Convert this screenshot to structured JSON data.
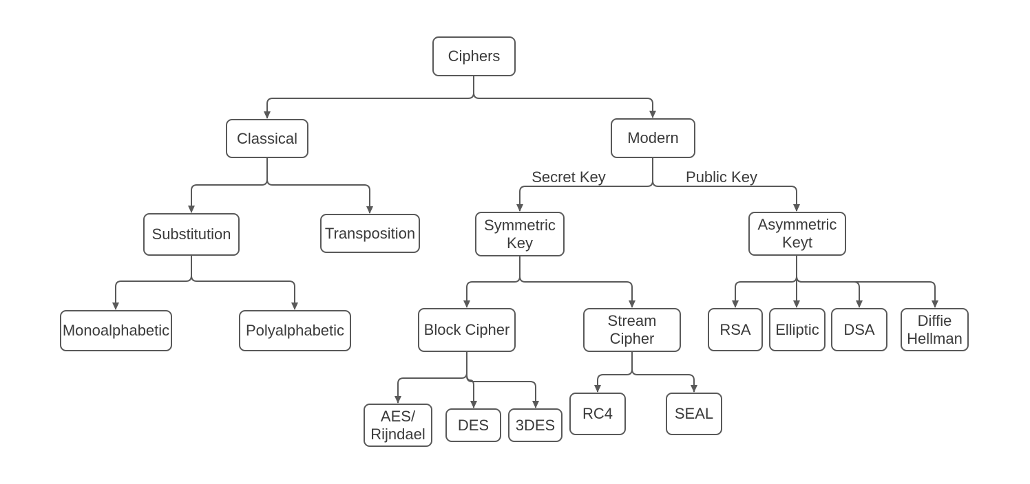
{
  "diagram": {
    "type": "tree",
    "background_color": "#ffffff",
    "stroke_color": "#595959",
    "text_color": "#3a3a3a",
    "nodes": {
      "ciphers": {
        "label": "Ciphers",
        "children": [
          "classical",
          "modern"
        ]
      },
      "classical": {
        "label": "Classical",
        "children": [
          "substitution",
          "transposition"
        ]
      },
      "modern": {
        "label": "Modern",
        "children": [
          "symmetric_key",
          "asymmetric_keyt"
        ]
      },
      "substitution": {
        "label": "Substitution",
        "children": [
          "monoalphabetic",
          "polyalphabetic"
        ]
      },
      "transposition": {
        "label": "Transposition",
        "children": []
      },
      "symmetric_key": {
        "label": "Symmetric\nKey",
        "children": [
          "block_cipher",
          "stream_cipher"
        ]
      },
      "asymmetric_keyt": {
        "label": "Asymmetric\nKeyt",
        "children": [
          "rsa",
          "elliptic",
          "dsa",
          "diffie_hellman"
        ]
      },
      "monoalphabetic": {
        "label": "Monoalphabetic",
        "children": []
      },
      "polyalphabetic": {
        "label": "Polyalphabetic",
        "children": []
      },
      "block_cipher": {
        "label": "Block Cipher",
        "children": [
          "aes_rijndael",
          "des",
          "des3"
        ]
      },
      "stream_cipher": {
        "label": "Stream\nCipher",
        "children": [
          "rc4",
          "seal"
        ]
      },
      "aes_rijndael": {
        "label": "AES/\nRijndael",
        "children": []
      },
      "des": {
        "label": "DES",
        "children": []
      },
      "des3": {
        "label": "3DES",
        "children": []
      },
      "rc4": {
        "label": "RC4",
        "children": []
      },
      "seal": {
        "label": "SEAL",
        "children": []
      },
      "rsa": {
        "label": "RSA",
        "children": []
      },
      "elliptic": {
        "label": "Elliptic",
        "children": []
      },
      "dsa": {
        "label": "DSA",
        "children": []
      },
      "diffie_hellman": {
        "label": "Diffie\nHellman",
        "children": []
      }
    },
    "edge_labels": {
      "secret_key": "Secret Key",
      "public_key": "Public Key"
    }
  }
}
